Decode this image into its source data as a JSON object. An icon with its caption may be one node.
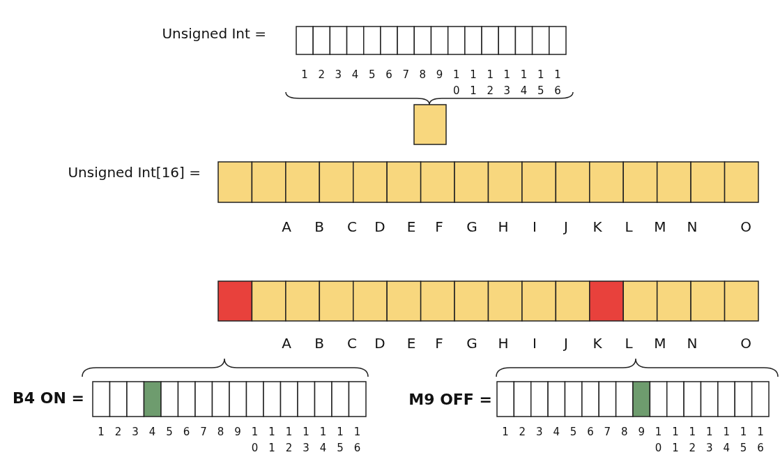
{
  "diagram": {
    "labels": [
      "Unsigned Int =",
      "1",
      "2",
      "3",
      "4",
      "5",
      "6",
      "7",
      "8",
      "9",
      "1 0",
      "1 1",
      "1 2",
      "1 3",
      "1 4",
      "1 5",
      "1 6",
      "Unsigned Int[16] =",
      "A",
      "B",
      "C",
      "D",
      "E",
      "F",
      "G",
      "H",
      "I",
      "J",
      "K",
      "L",
      "M",
      "N",
      "O",
      "A",
      "B",
      "C",
      "D",
      "E",
      "F",
      "G",
      "H",
      "I",
      "J",
      "K",
      "L",
      "M",
      "N",
      "O",
      "B4 ON =",
      "1",
      "2",
      "3",
      "4",
      "5",
      "6",
      "7",
      "8",
      "9",
      "1 0",
      "1 1",
      "1 2",
      "1 3",
      "1 4",
      "1 5",
      "1 6",
      "M9 OFF =",
      "1",
      "2",
      "3",
      "4",
      "5",
      "6",
      "7",
      "8",
      "9",
      "1 0",
      "1 1",
      "1 2",
      "1 3",
      "1 4",
      "1 5",
      "1 6"
    ]
  }
}
